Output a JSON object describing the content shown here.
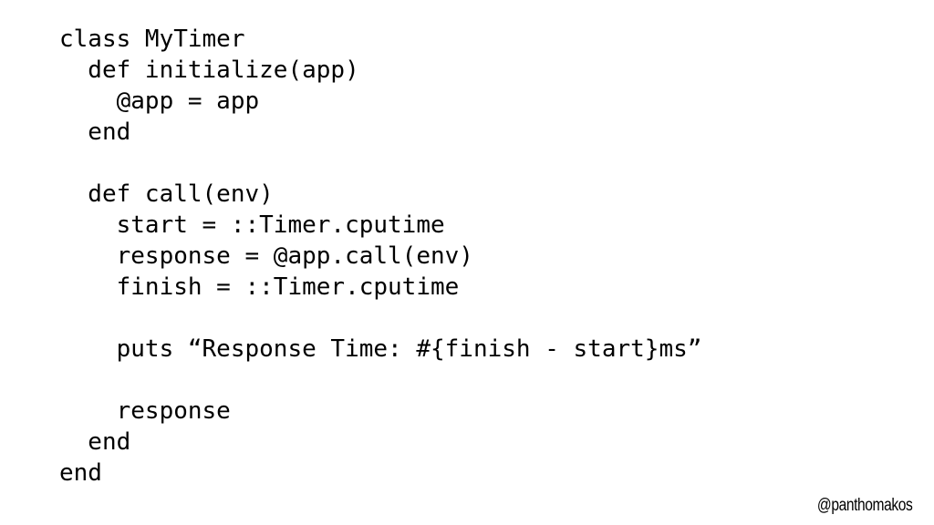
{
  "code": {
    "lines": [
      "class MyTimer",
      "  def initialize(app)",
      "    @app = app",
      "  end",
      "",
      "  def call(env)",
      "    start = ::Timer.cputime",
      "    response = @app.call(env)",
      "    finish = ::Timer.cputime",
      "",
      "    puts “Response Time: #{finish - start}ms”",
      "",
      "    response",
      "  end",
      "end"
    ]
  },
  "footer": {
    "handle": "@panthomakos"
  }
}
